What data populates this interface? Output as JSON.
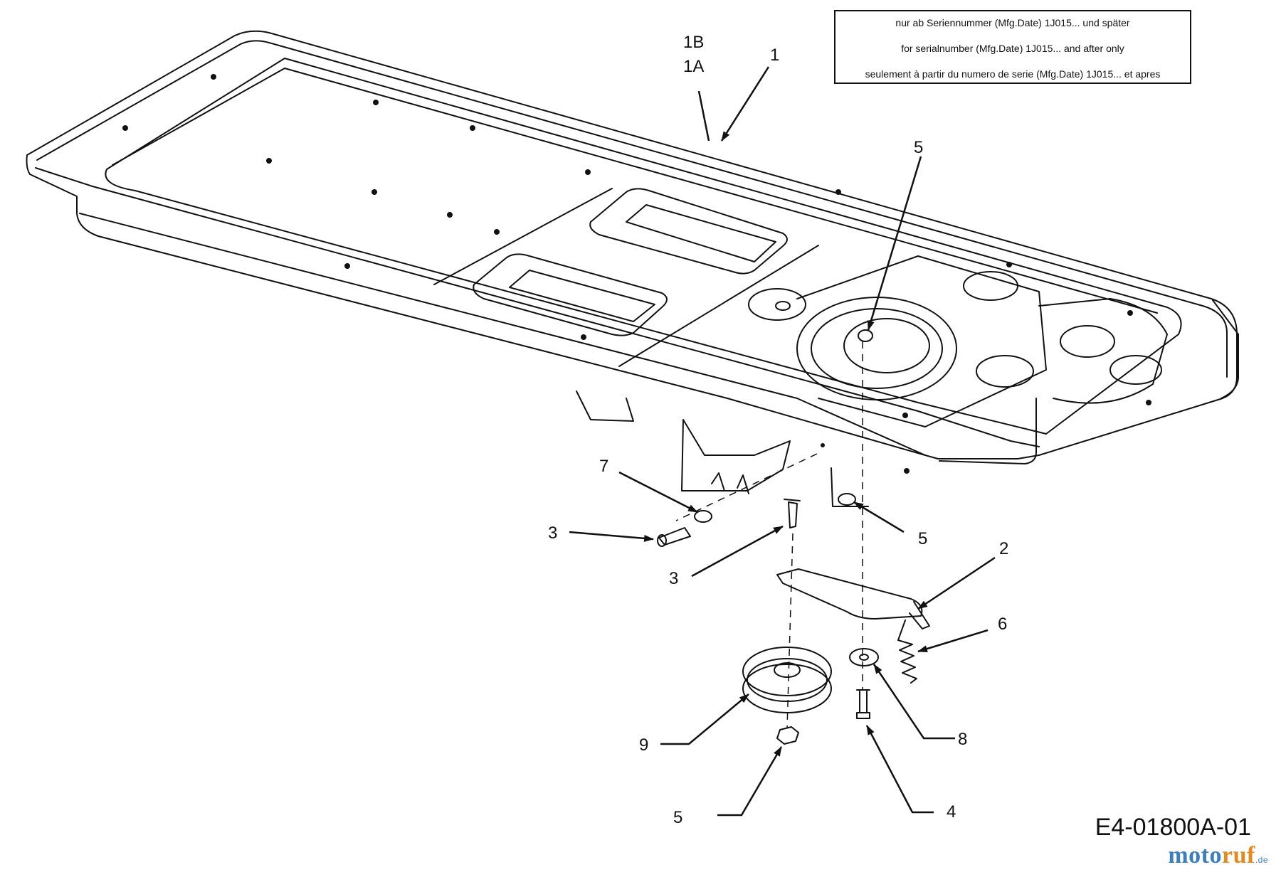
{
  "note": {
    "line_de": "nur ab Seriennummer (Mfg.Date) 1J015... und später",
    "line_en": "for serialnumber (Mfg.Date) 1J015... and after only",
    "line_fr": "seulement à partir du numero de serie (Mfg.Date) 1J015... et apres"
  },
  "callouts": {
    "c_1B": "1B",
    "c_1A": "1A",
    "c_1": "1",
    "c_5_top": "5",
    "c_7": "7",
    "c_3_left": "3",
    "c_3_mid": "3",
    "c_5_right": "5",
    "c_2": "2",
    "c_6": "6",
    "c_8": "8",
    "c_9": "9",
    "c_4": "4",
    "c_5_bottom": "5"
  },
  "diagram_code": "E4-01800A-01",
  "brand": {
    "part1": "moto",
    "part2": "ruf",
    "tld": ".de"
  }
}
